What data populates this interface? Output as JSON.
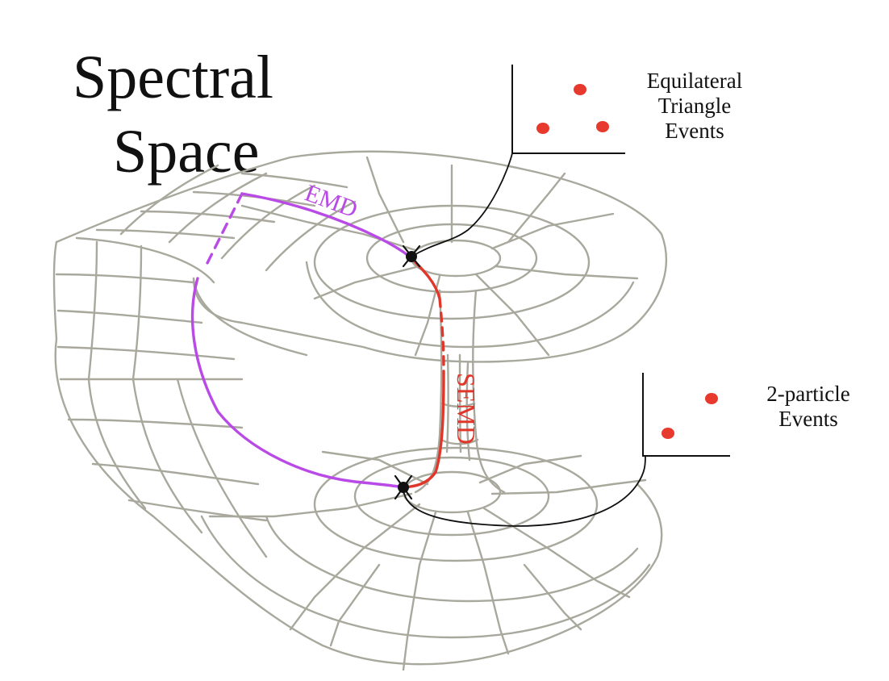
{
  "title": {
    "line1": "Spectral",
    "line2": "Space"
  },
  "paths": {
    "emd_label": "EMD",
    "semd_label": "SEMD"
  },
  "insets": [
    {
      "caption": [
        "Equilateral",
        "Triangle",
        "Events"
      ],
      "point_count": 3
    },
    {
      "caption": [
        "2-particle",
        "Events"
      ],
      "point_count": 2
    }
  ],
  "colors": {
    "mesh": "#a9a89d",
    "emd": "#b94ae6",
    "semd": "#e0372b",
    "points": "#e8392e",
    "ink": "#111111"
  }
}
